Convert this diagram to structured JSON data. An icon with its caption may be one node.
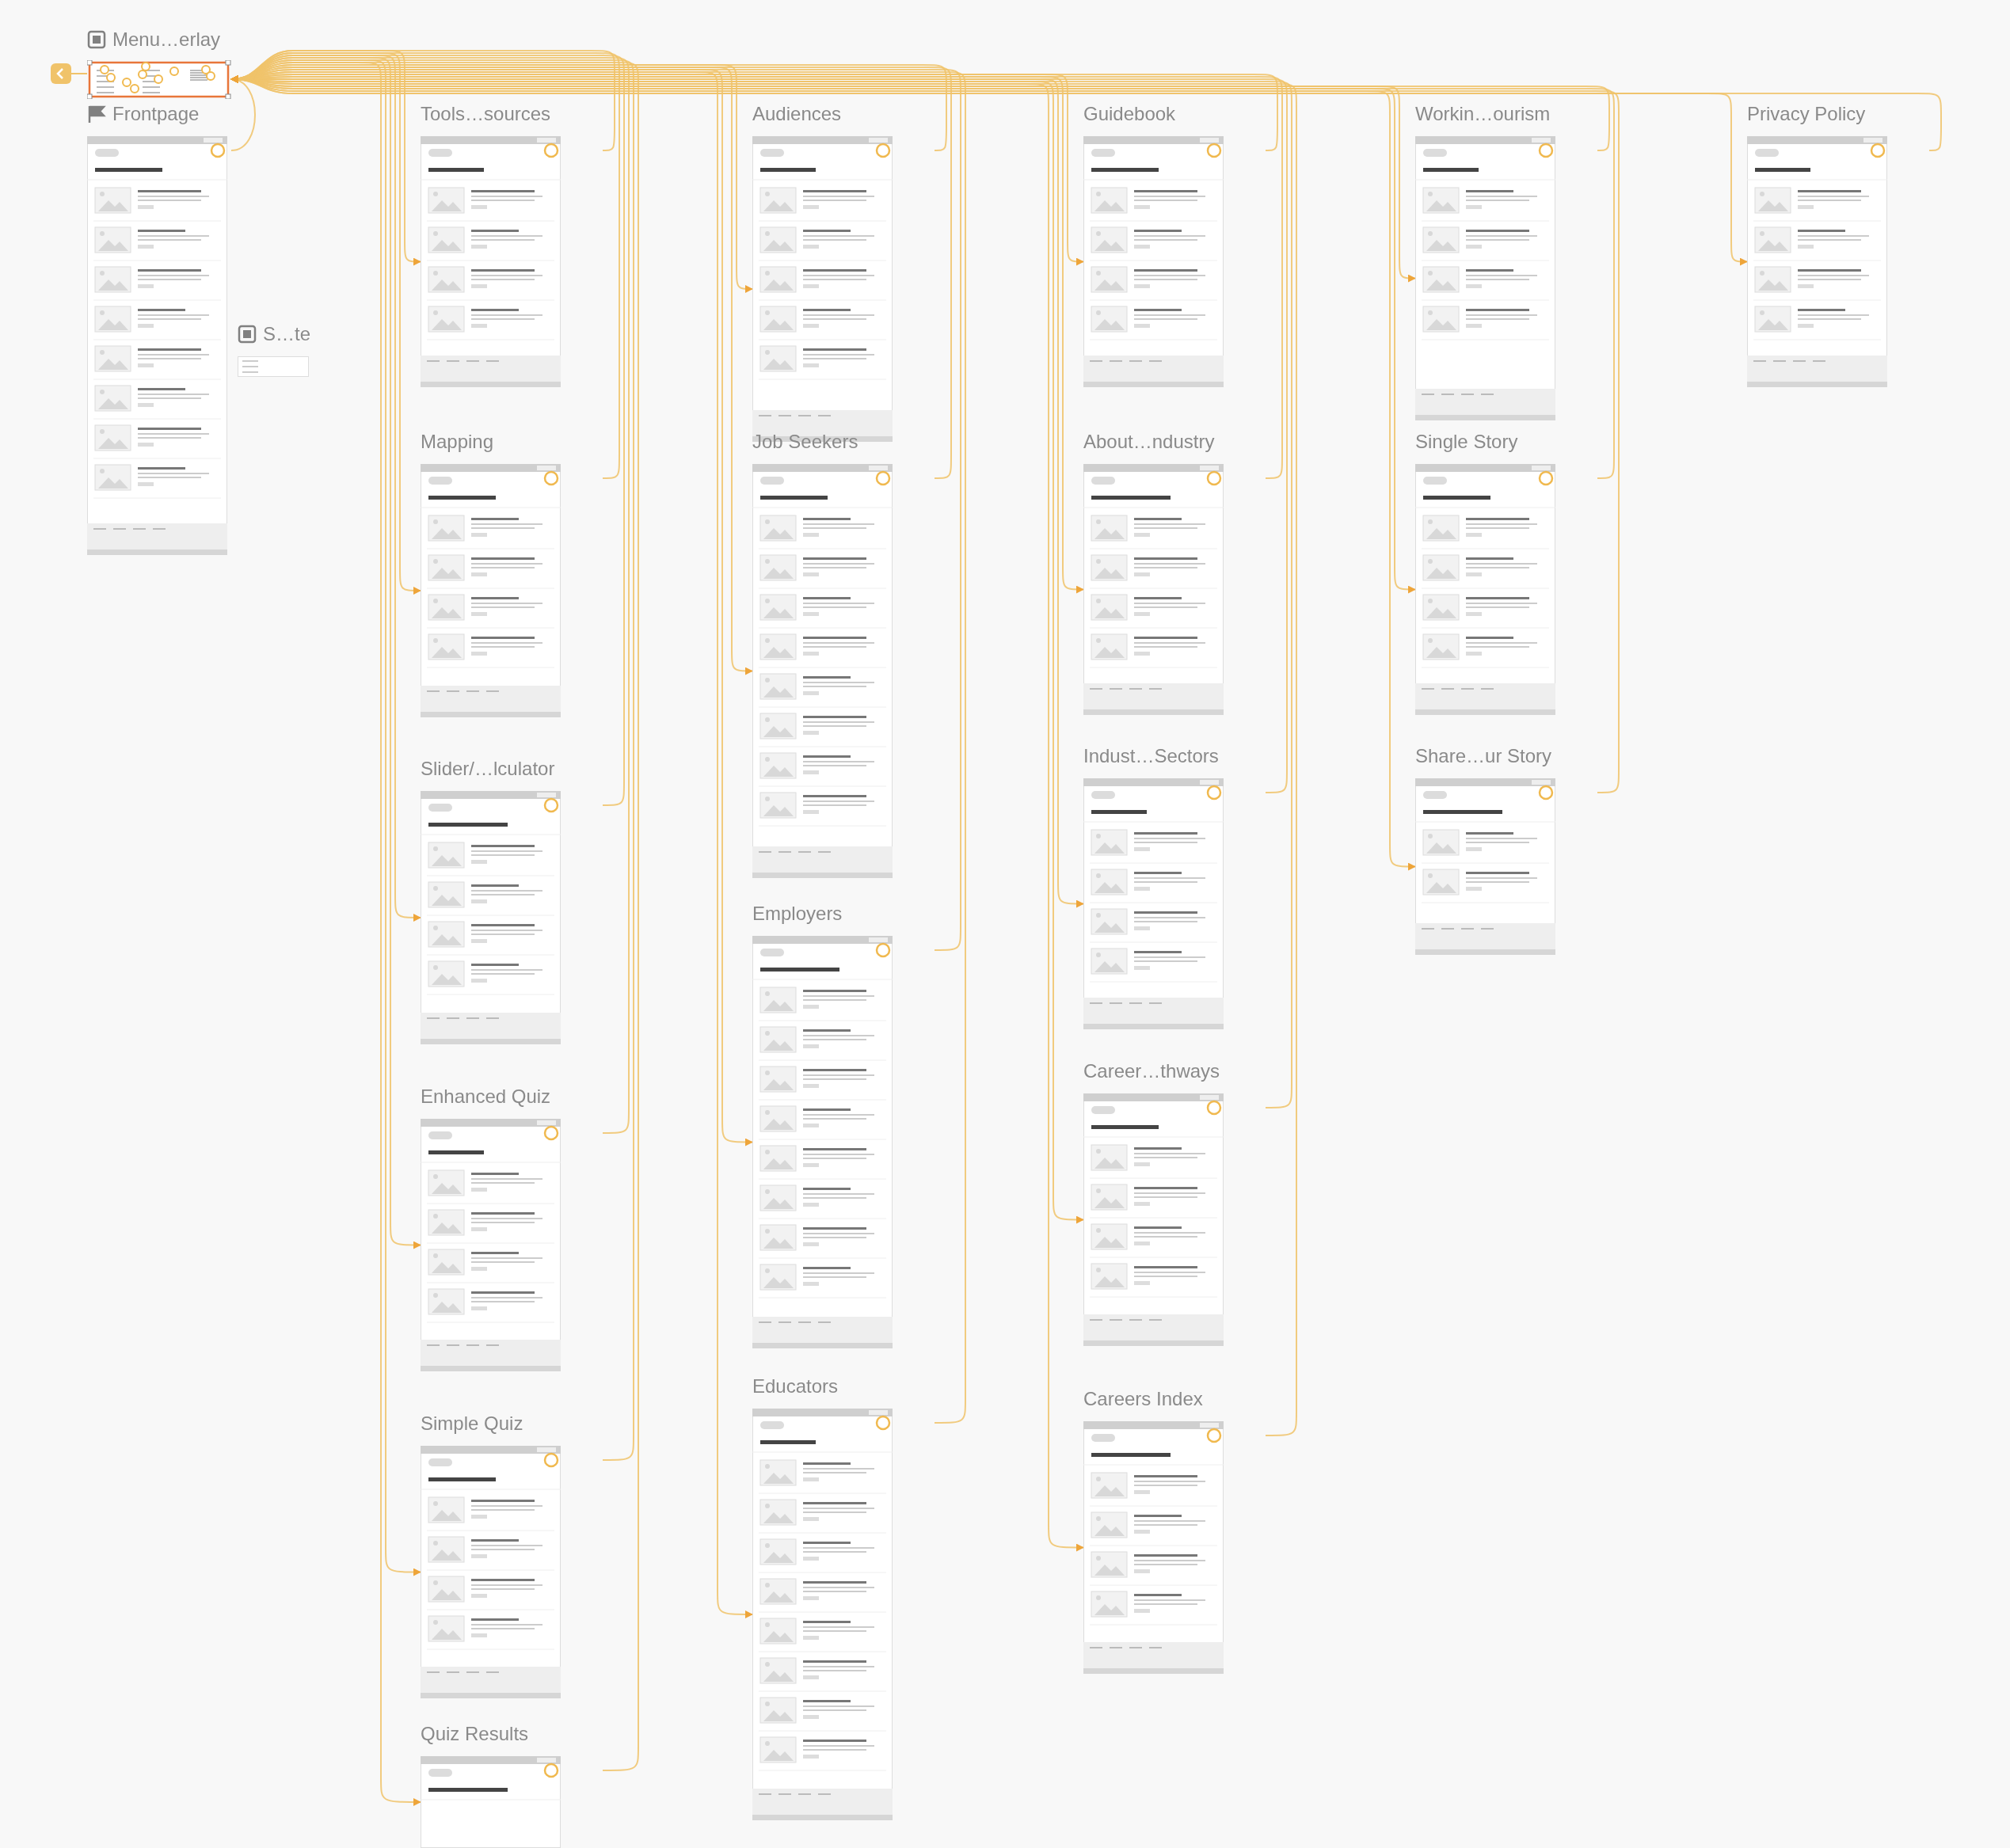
{
  "diagram": {
    "nodes": [
      {
        "text": [
          "Menu…erlay"
        ]
      },
      {
        "text": [
          "Frontpage"
        ]
      },
      {
        "text": [
          "S…te"
        ]
      },
      {
        "text": [
          "Tools…sources"
        ]
      },
      {
        "text": [
          "Mapping"
        ]
      },
      {
        "text": [
          "Slider/…lculator"
        ]
      },
      {
        "text": [
          "Enhanced Quiz"
        ]
      },
      {
        "text": [
          "Simple Quiz"
        ]
      },
      {
        "text": [
          "Quiz Results"
        ]
      },
      {
        "text": [
          "Audiences"
        ]
      },
      {
        "text": [
          "Job Seekers"
        ]
      },
      {
        "text": [
          "Employers"
        ]
      },
      {
        "text": [
          "Educators"
        ]
      },
      {
        "text": [
          "Guidebook"
        ]
      },
      {
        "text": [
          "About…ndustry"
        ]
      },
      {
        "text": [
          "Indust…Sectors"
        ]
      },
      {
        "text": [
          "Career…thways"
        ]
      },
      {
        "text": [
          "Careers Index"
        ]
      },
      {
        "text": [
          "Workin…ourism"
        ]
      },
      {
        "text": [
          "Single Story"
        ]
      },
      {
        "text": [
          "Share…ur Story"
        ]
      },
      {
        "text": [
          "Privacy Policy"
        ]
      }
    ],
    "edges": [
      {
        "from": 0,
        "to": 3,
        "arrow": "to"
      },
      {
        "from": 0,
        "to": 4,
        "arrow": "to"
      },
      {
        "from": 0,
        "to": 5,
        "arrow": "to"
      },
      {
        "from": 0,
        "to": 6,
        "arrow": "to"
      },
      {
        "from": 0,
        "to": 7,
        "arrow": "to"
      },
      {
        "from": 0,
        "to": 8,
        "arrow": "to"
      },
      {
        "from": 0,
        "to": 9,
        "arrow": "to"
      },
      {
        "from": 0,
        "to": 10,
        "arrow": "to"
      },
      {
        "from": 0,
        "to": 11,
        "arrow": "to"
      },
      {
        "from": 0,
        "to": 12,
        "arrow": "to"
      },
      {
        "from": 0,
        "to": 13,
        "arrow": "to"
      },
      {
        "from": 0,
        "to": 14,
        "arrow": "to"
      },
      {
        "from": 0,
        "to": 15,
        "arrow": "to"
      },
      {
        "from": 0,
        "to": 16,
        "arrow": "to"
      },
      {
        "from": 0,
        "to": 17,
        "arrow": "to"
      },
      {
        "from": 0,
        "to": 18,
        "arrow": "to"
      },
      {
        "from": 0,
        "to": 19,
        "arrow": "to"
      },
      {
        "from": 0,
        "to": 20,
        "arrow": "to"
      },
      {
        "from": 0,
        "to": 21,
        "arrow": "to"
      },
      {
        "from": 1,
        "to": 0,
        "arrow": "to"
      },
      {
        "from": 3,
        "to": 0,
        "arrow": "to"
      },
      {
        "from": 4,
        "to": 0,
        "arrow": "to"
      },
      {
        "from": 5,
        "to": 0,
        "arrow": "to"
      },
      {
        "from": 6,
        "to": 0,
        "arrow": "to"
      },
      {
        "from": 7,
        "to": 0,
        "arrow": "to"
      },
      {
        "from": 8,
        "to": 0,
        "arrow": "to"
      },
      {
        "from": 9,
        "to": 0,
        "arrow": "to"
      },
      {
        "from": 10,
        "to": 0,
        "arrow": "to"
      },
      {
        "from": 11,
        "to": 0,
        "arrow": "to"
      },
      {
        "from": 12,
        "to": 0,
        "arrow": "to"
      },
      {
        "from": 13,
        "to": 0,
        "arrow": "to"
      },
      {
        "from": 14,
        "to": 0,
        "arrow": "to"
      },
      {
        "from": 15,
        "to": 0,
        "arrow": "to"
      },
      {
        "from": 16,
        "to": 0,
        "arrow": "to"
      },
      {
        "from": 17,
        "to": 0,
        "arrow": "to"
      },
      {
        "from": 18,
        "to": 0,
        "arrow": "to"
      },
      {
        "from": 19,
        "to": 0,
        "arrow": "to"
      },
      {
        "from": 20,
        "to": 0,
        "arrow": "to"
      },
      {
        "from": 21,
        "to": 0,
        "arrow": "to"
      }
    ]
  }
}
